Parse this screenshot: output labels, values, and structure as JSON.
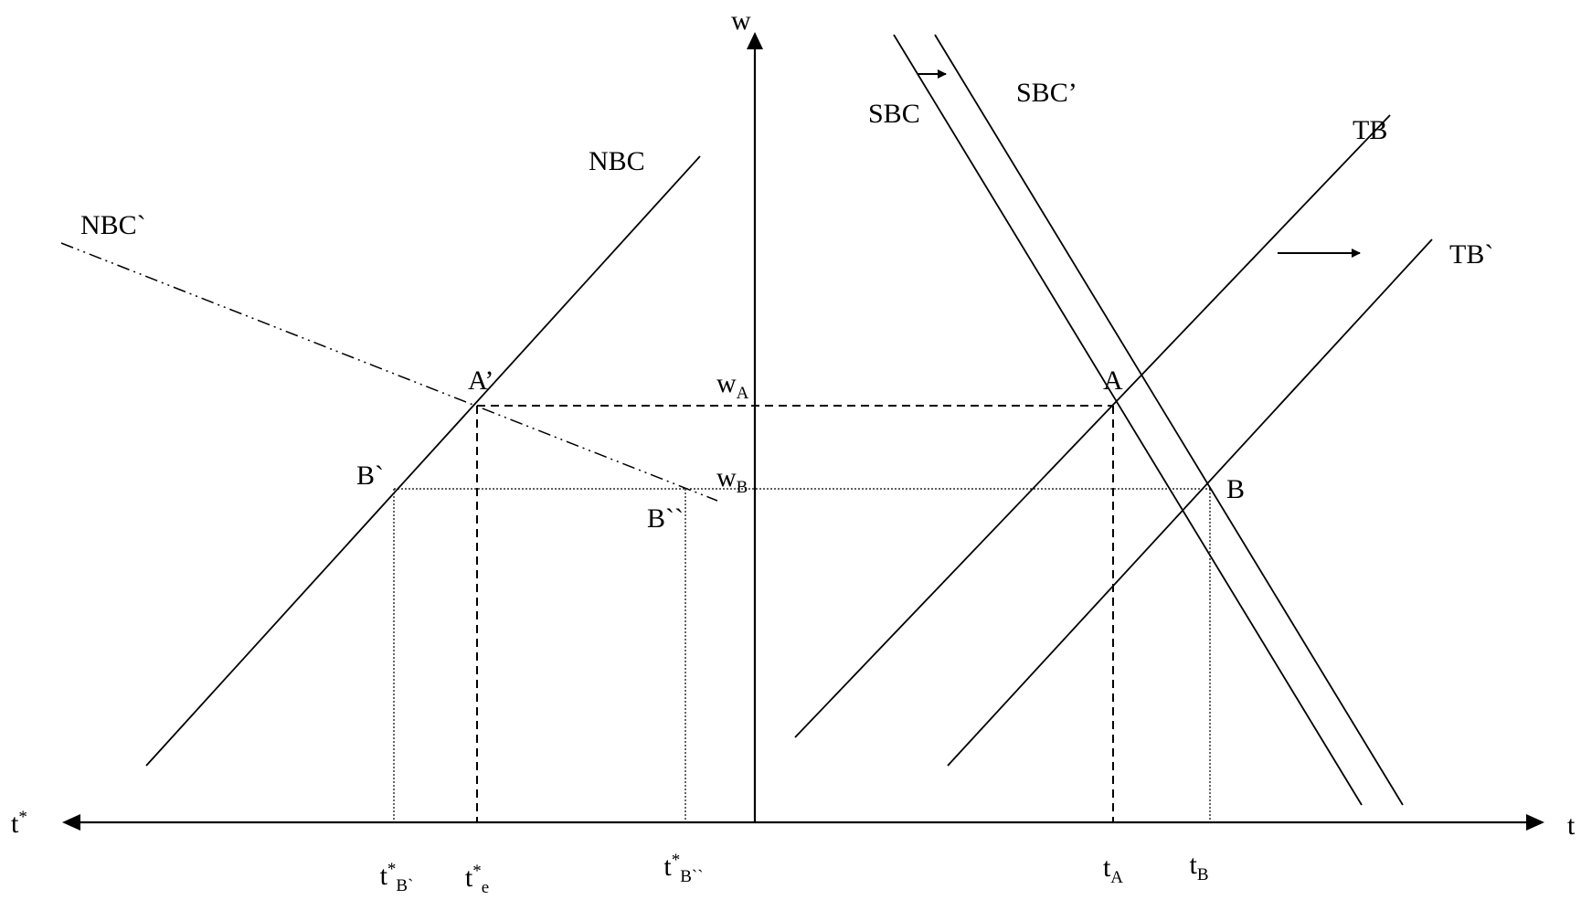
{
  "axes": {
    "w": "w",
    "t": "t",
    "t_star": "t",
    "t_star_sup": "*"
  },
  "curves": {
    "nbc": "NBC",
    "nbc_prime": "NBC`",
    "sbc": "SBC",
    "sbc_prime": "SBC’",
    "tb": "TB",
    "tb_prime": "TB`"
  },
  "points": {
    "a": "A",
    "a_prime": "A’",
    "b": "B",
    "b_prime": "B`",
    "b_double": "B``"
  },
  "levels": {
    "wA_base": "w",
    "wA_sub": "A",
    "wB_base": "w",
    "wB_sub": "B"
  },
  "ticks": {
    "tA_base": "t",
    "tA_sub": "A",
    "tB_base": "t",
    "tB_sub": "B",
    "te_base": "t",
    "te_sup": "*",
    "te_sub": "e",
    "tBp_base": "t",
    "tBp_sup": "*",
    "tBp_sub": "B`",
    "tBpp_base": "t",
    "tBpp_sup": "*",
    "tBpp_sub": "B``"
  }
}
